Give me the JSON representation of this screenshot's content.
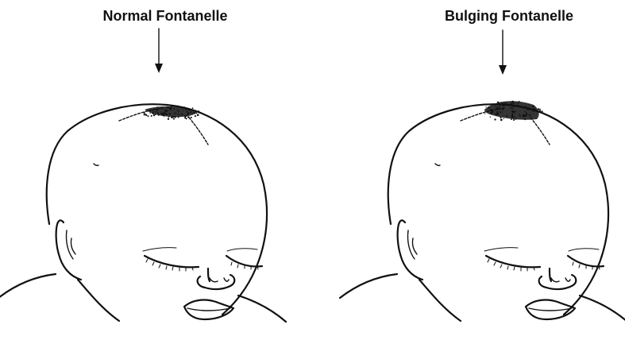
{
  "panels": [
    {
      "id": "normal",
      "label": "Normal Fontanelle",
      "state": "normal"
    },
    {
      "id": "bulging",
      "label": "Bulging Fontanelle",
      "state": "bulging"
    }
  ],
  "colors": {
    "ink": "#111111",
    "background": "#ffffff"
  }
}
